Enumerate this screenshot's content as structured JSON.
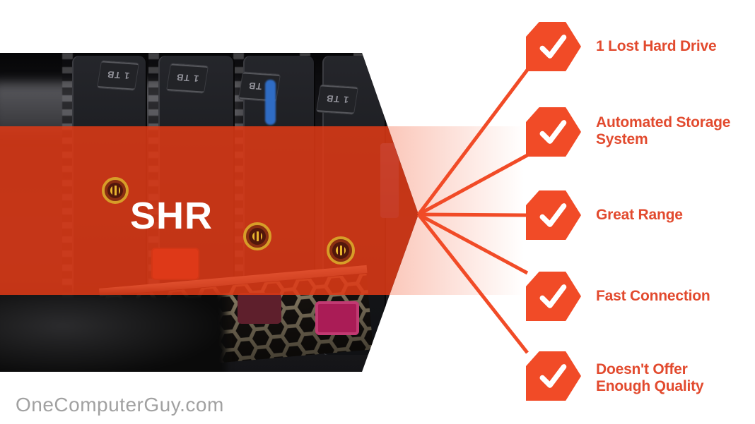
{
  "hero": {
    "title": "SHR",
    "drive_capacity_label": "1 TB"
  },
  "features": [
    {
      "label": "1 Lost Hard Drive"
    },
    {
      "label": "Automated Storage\nSystem"
    },
    {
      "label": "Great Range"
    },
    {
      "label": "Fast Connection"
    },
    {
      "label": "Doesn't Offer\nEnough Quality"
    }
  ],
  "footer": {
    "watermark": "OneComputerGuy.com"
  },
  "colors": {
    "accent": "#f14b27",
    "label_text": "#e24a2e",
    "band_overlay": "#de3a16",
    "checkmark": "#ffffff",
    "watermark_gray": "#a1a1a1"
  }
}
